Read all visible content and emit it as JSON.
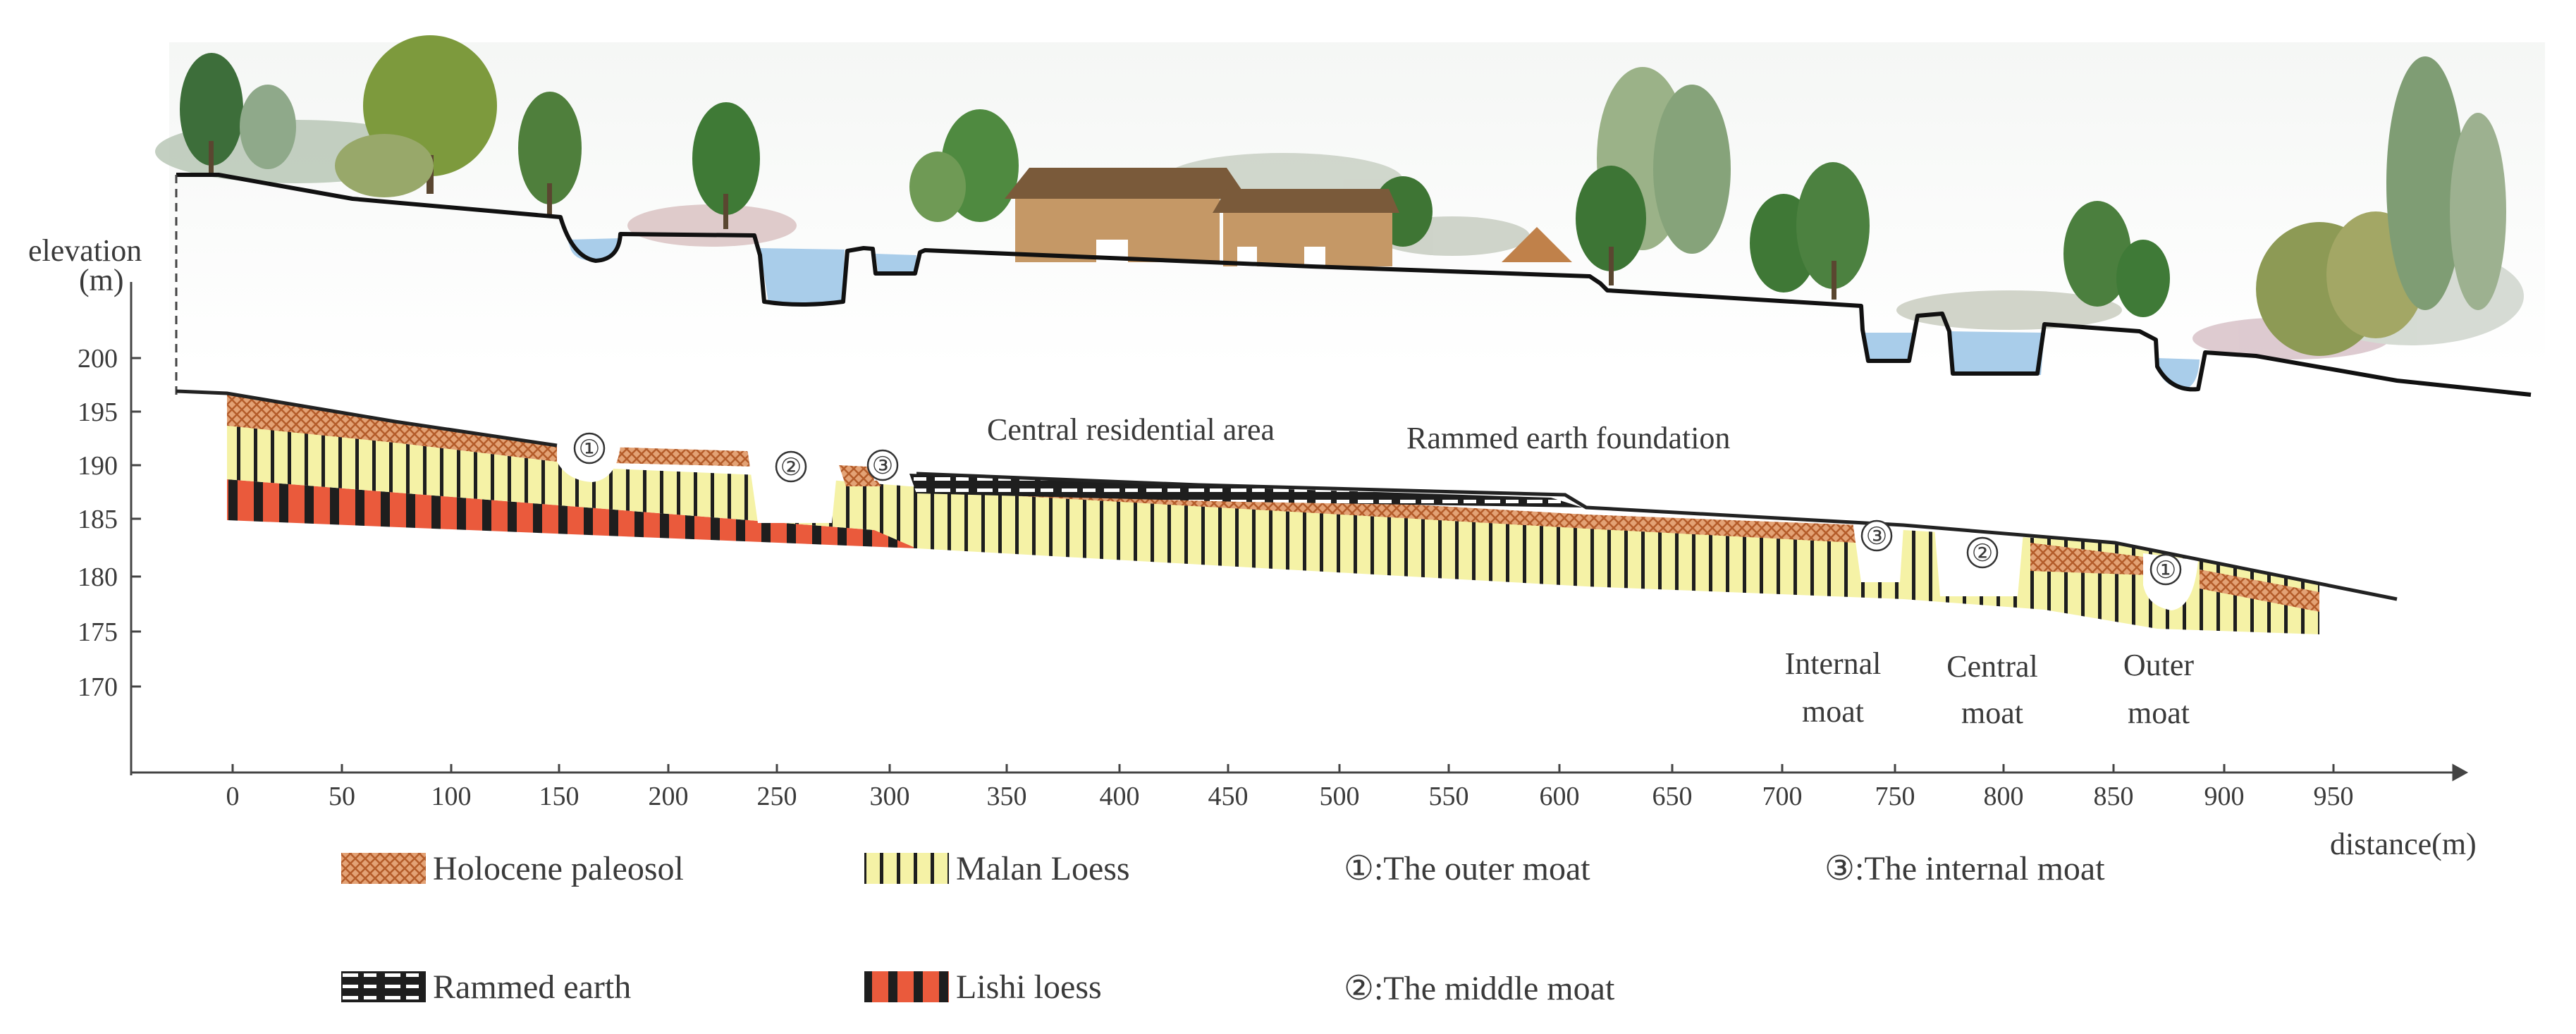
{
  "axes": {
    "y_label_line1": "elevation",
    "y_label_line2": "(m)",
    "x_label": "distance(m)",
    "y_ticks": [
      "200",
      "195",
      "190",
      "185",
      "180",
      "175",
      "170"
    ],
    "x_ticks": [
      "0",
      "50",
      "100",
      "150",
      "200",
      "250",
      "300",
      "350",
      "400",
      "450",
      "500",
      "550",
      "600",
      "650",
      "700",
      "750",
      "800",
      "850",
      "900",
      "950"
    ]
  },
  "labels": {
    "central_residential_area": "Central residential area",
    "rammed_earth_foundation": "Rammed earth foundation",
    "internal_moat_1": "Internal",
    "internal_moat_2": "moat",
    "central_moat_1": "Central",
    "central_moat_2": "moat",
    "outer_moat_1": "Outer",
    "outer_moat_2": "moat"
  },
  "markers": {
    "m1": "①",
    "m2": "②",
    "m3": "③"
  },
  "legend": {
    "holocene": "Holocene paleosol",
    "malan": "Malan Loess",
    "rammed": "Rammed earth",
    "lishi": "Lishi loess",
    "outer_moat": "①:The outer moat",
    "middle_moat": "②:The middle moat",
    "internal_moat": "③:The internal moat"
  },
  "colors": {
    "holocene": "#c8703a",
    "malan_fill": "#f4f1a2",
    "lishi_red": "#ea5a3c",
    "rammed": "#222222",
    "water": "#a9cdea",
    "house_wall": "#c59866",
    "roof": "#7a5a3a"
  }
}
